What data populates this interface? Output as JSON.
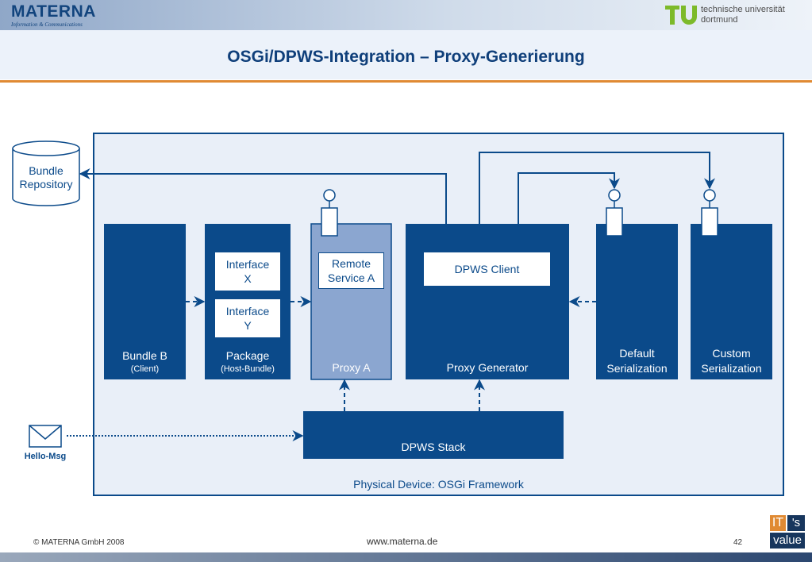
{
  "header": {
    "logo": "MATERNA",
    "logo_sub": "Information & Communications",
    "uni_line1": "technische universität",
    "uni_line2": "dortmund"
  },
  "title": "OSGi/DPWS-Integration – Proxy-Generierung",
  "diagram": {
    "repository": {
      "line1": "Bundle",
      "line2": "Repository"
    },
    "bundle_b": {
      "label": "Bundle B",
      "sub": "(Client)"
    },
    "package": {
      "label": "Package",
      "sub": "(Host-Bundle)",
      "interface_x": {
        "line1": "Interface",
        "line2": "X"
      },
      "interface_y": {
        "line1": "Interface",
        "line2": "Y"
      }
    },
    "proxy_a": {
      "label": "Proxy A",
      "remote": {
        "line1": "Remote",
        "line2": "Service A"
      }
    },
    "proxy_generator": {
      "label": "Proxy Generator",
      "client": "DPWS Client"
    },
    "default_serialization": {
      "line1": "Default",
      "line2": "Serialization"
    },
    "custom_serialization": {
      "line1": "Custom",
      "line2": "Serialization"
    },
    "dpws_stack": "DPWS Stack",
    "frame_label": "Physical Device: OSGi Framework",
    "hello": "Hello-Msg"
  },
  "footer": {
    "copyright": "© MATERNA GmbH 2008",
    "url": "www.materna.de",
    "page": "42",
    "badge": {
      "l1a": "IT",
      "l1b": "'s",
      "l2": "value"
    }
  },
  "colors": {
    "primary": "#0b4a8a",
    "proxy": "#8ba6d0",
    "frame_bg": "#e9eff8",
    "accent": "#e08a33"
  }
}
